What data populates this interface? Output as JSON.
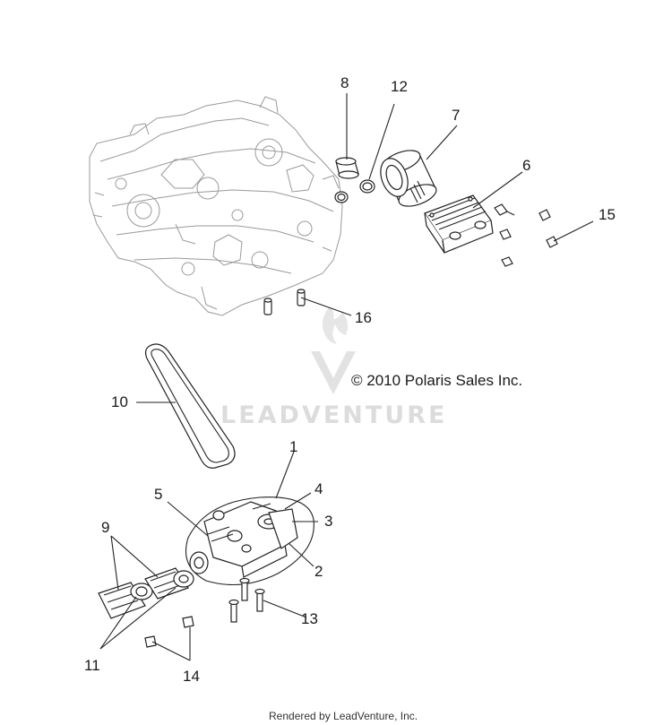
{
  "diagram": {
    "callouts": {
      "c1": "1",
      "c2": "2",
      "c3": "3",
      "c4": "4",
      "c5": "5",
      "c6": "6",
      "c7": "7",
      "c8": "8",
      "c9": "9",
      "c10": "10",
      "c11": "11",
      "c12": "12",
      "c13": "13",
      "c14": "14",
      "c15": "15",
      "c16": "16"
    },
    "copyright": "© 2010 Polaris Sales Inc.",
    "watermark": "LEADVENTURE",
    "footer": "Rendered by LeadVenture, Inc."
  },
  "colors": {
    "line": "#222222",
    "ghost": "#9a9a9a",
    "watermark": "#dcdcdc",
    "background": "#ffffff"
  }
}
